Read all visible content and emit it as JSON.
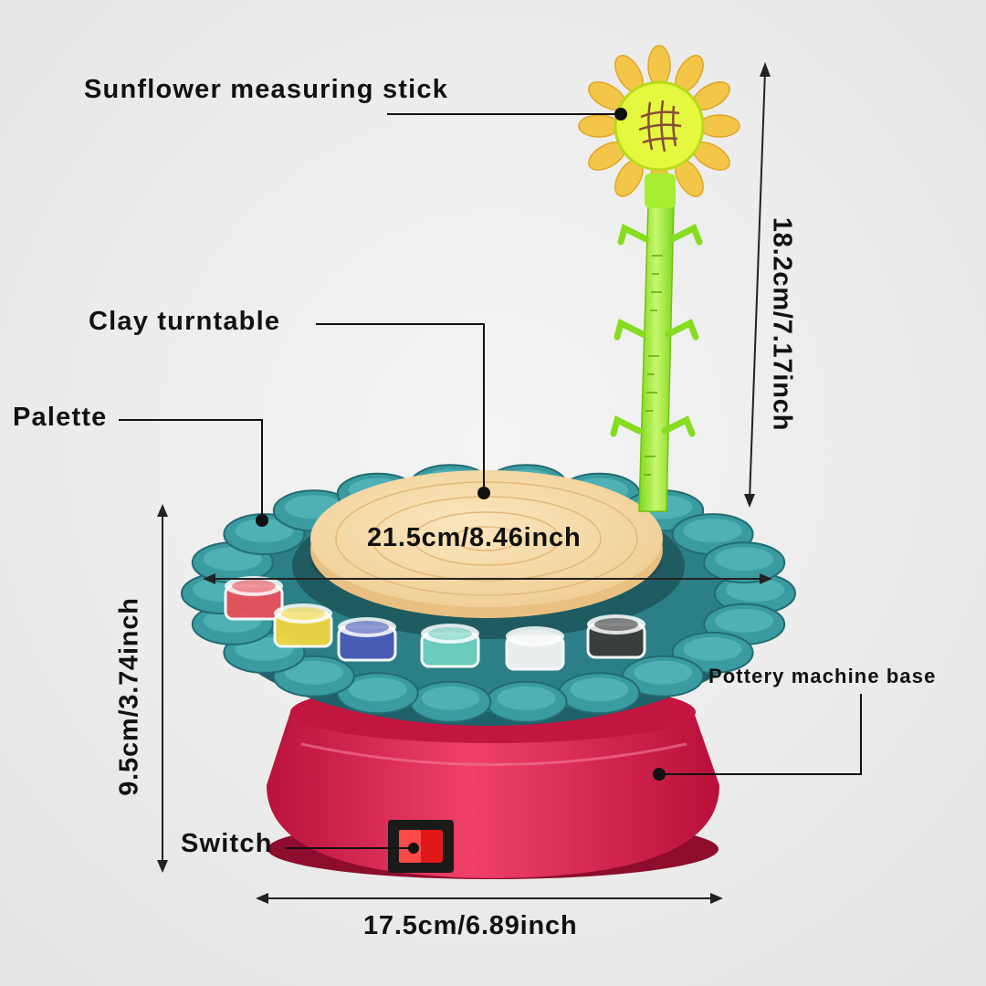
{
  "labels": {
    "measuring_stick": "Sunflower measuring stick",
    "clay_turntable": "Clay turntable",
    "palette": "Palette",
    "base": "Pottery machine base",
    "switch": "Switch"
  },
  "dimensions": {
    "stick_height": "18.2cm/7.17inch",
    "turntable_diameter": "21.5cm/8.46inch",
    "base_height": "9.5cm/3.74inch",
    "base_width": "17.5cm/6.89inch"
  },
  "paint_colors": [
    "#e8505a",
    "#f2d640",
    "#4a5bb8",
    "#6fd0c0",
    "#f4f4f4",
    "#3b3b3b"
  ],
  "colors": {
    "base": "#e0204f",
    "palette": "#2c7f86",
    "turntable": "#f4d8a4",
    "stick": "#9bea2a",
    "sunflower_petals": "#f3c64a"
  }
}
